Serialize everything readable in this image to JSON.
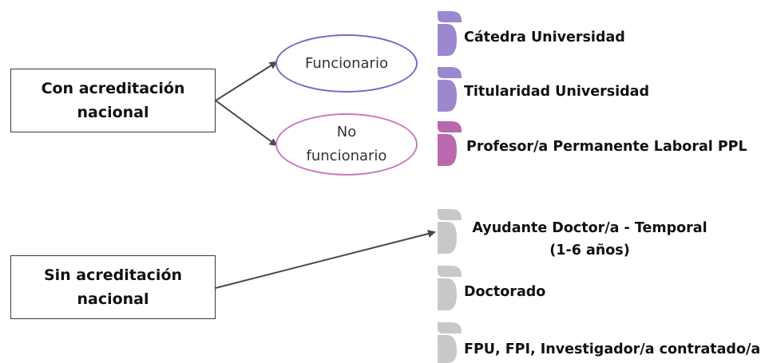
{
  "groups": {
    "con": {
      "line1": "Con acreditación",
      "line2": "nacional"
    },
    "sin": {
      "line1": "Sin acreditación",
      "line2": "nacional"
    }
  },
  "status": {
    "funcionario": "Funcionario",
    "no_funcionario_line1": "No",
    "no_funcionario_line2": "funcionario"
  },
  "positions": [
    {
      "label": "Cátedra Universidad"
    },
    {
      "label": "Titularidad Universidad"
    },
    {
      "label": "Profesor/a Permanente Laboral PPL"
    },
    {
      "line1": "Ayudante Doctor/a - Temporal",
      "line2": "(1-6 años)"
    },
    {
      "label": "Doctorado"
    },
    {
      "label": "FPU, FPI, Investigador/a contratado/a"
    }
  ],
  "colors": {
    "funcionario_border": "#7a66c2",
    "no_funcionario_border": "#c779c2",
    "marker_lavender": "#9b88cf",
    "marker_pink": "#b968ae",
    "marker_gray": "#c8c8c8",
    "arrow": "#4a4a4a"
  }
}
